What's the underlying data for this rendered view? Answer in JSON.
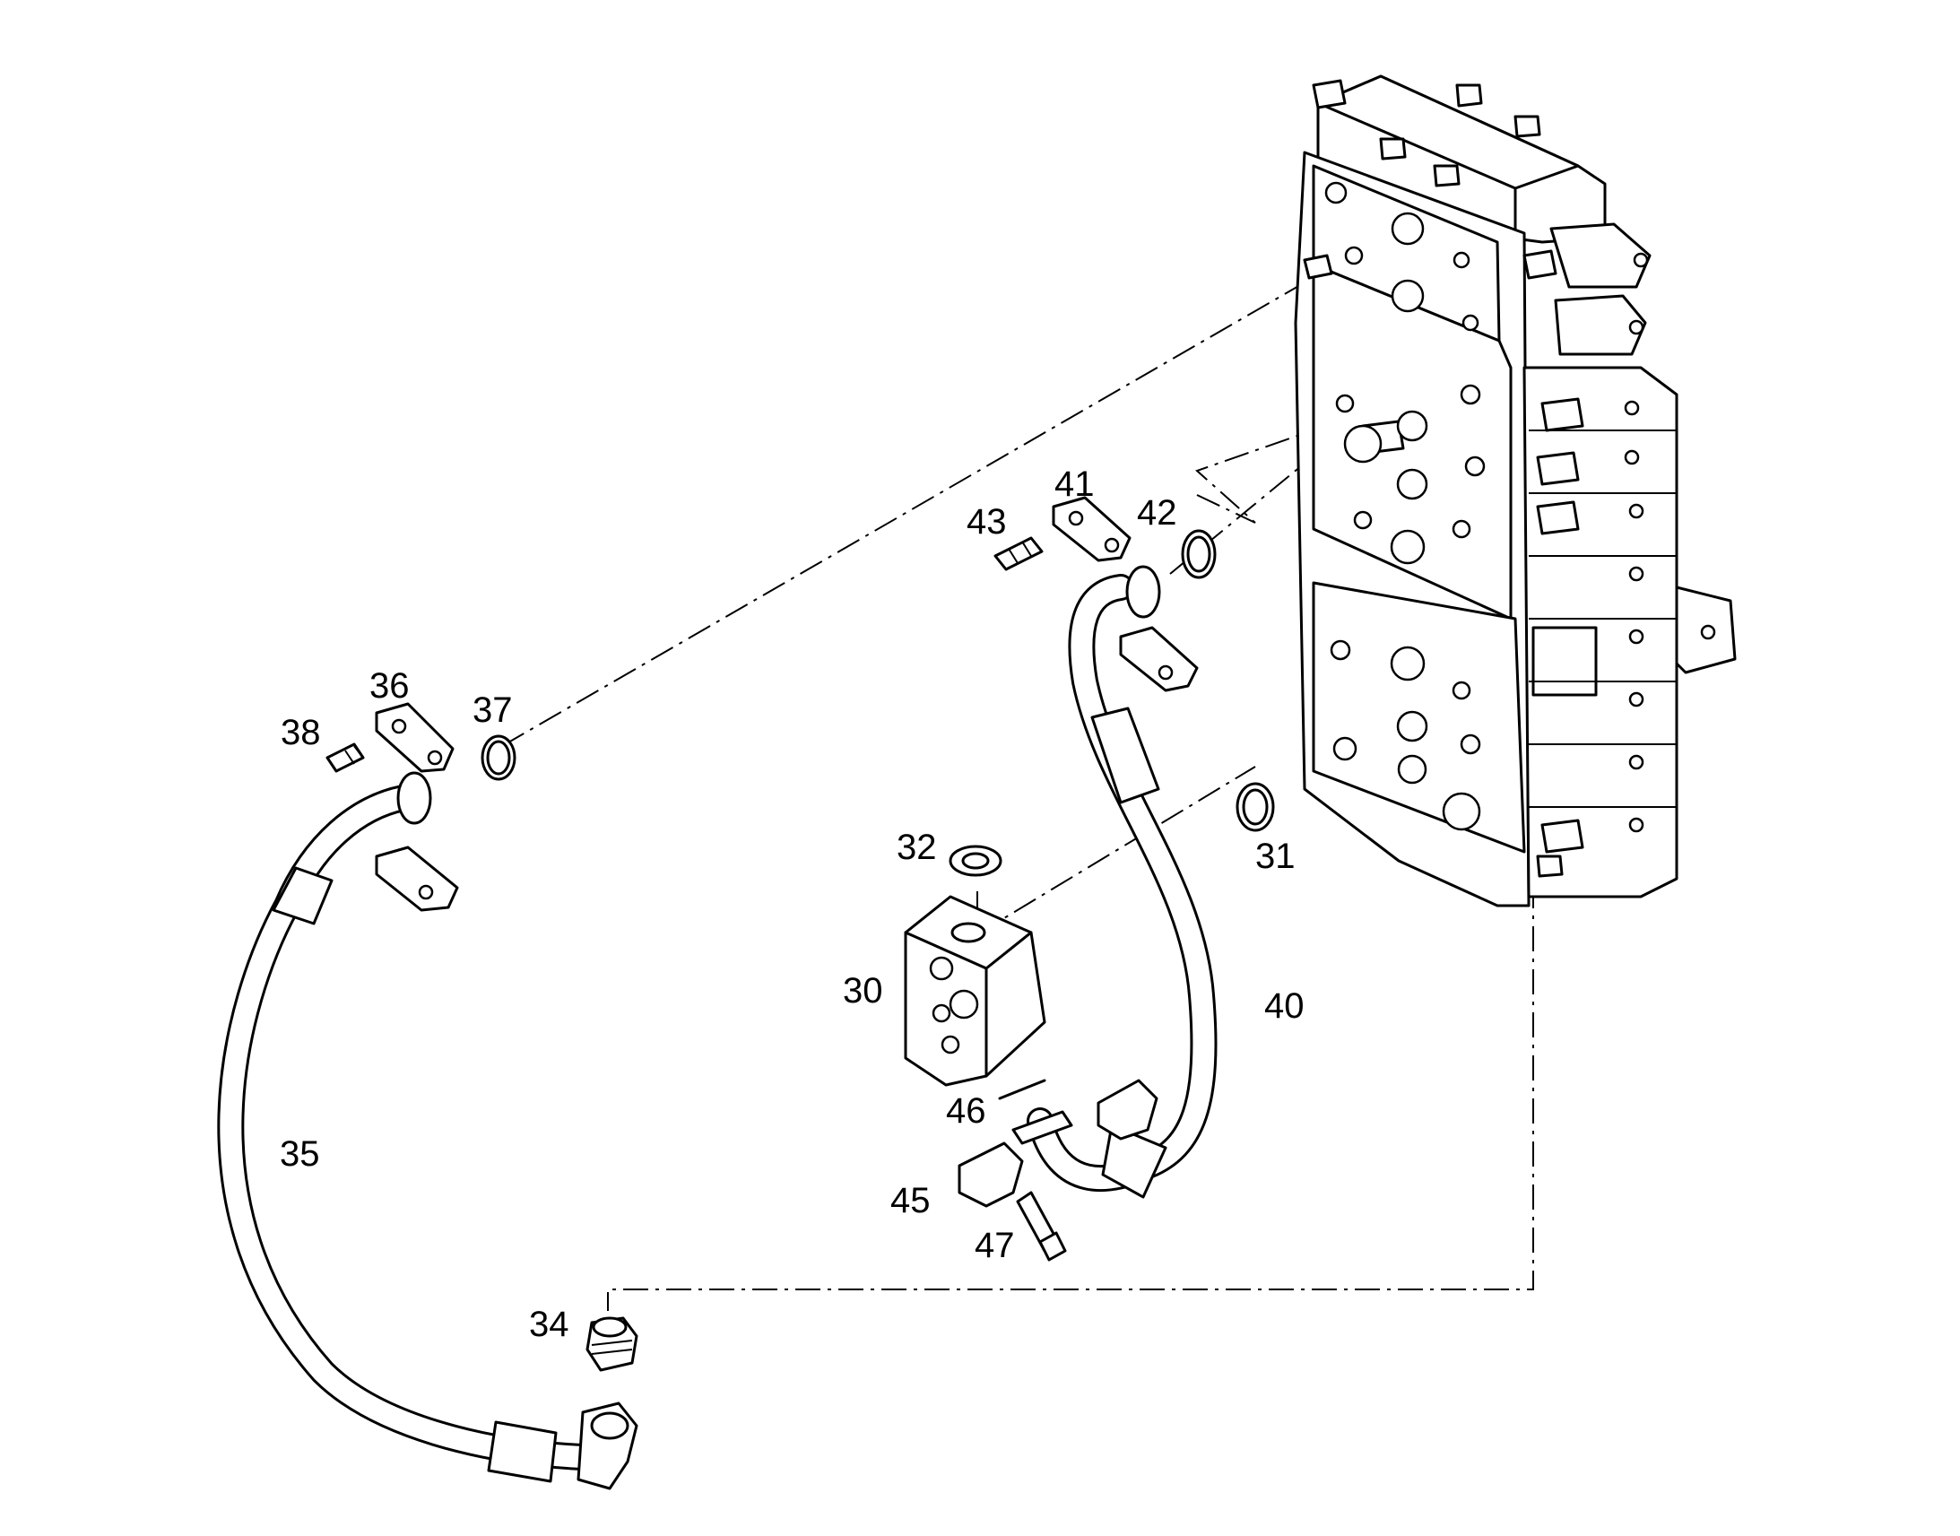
{
  "colors": {
    "line": "#000000",
    "background": "#ffffff"
  },
  "callouts": {
    "c30": "30",
    "c31": "31",
    "c32": "32",
    "c34": "34",
    "c35": "35",
    "c36": "36",
    "c37": "37",
    "c38": "38",
    "c40": "40",
    "c41": "41",
    "c42": "42",
    "c43": "43",
    "c45": "45",
    "c46": "46",
    "c47": "47"
  }
}
